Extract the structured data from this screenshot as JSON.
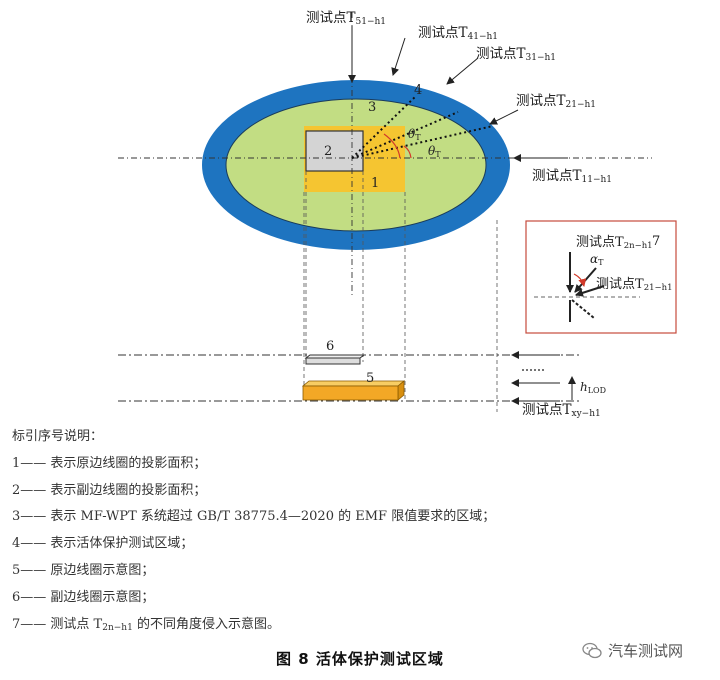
{
  "labels": {
    "pt_prefix": "测试点",
    "t51": "T",
    "t51_sub": "51−h1",
    "t41": "T",
    "t41_sub": "41−h1",
    "t31": "T",
    "t31_sub": "31−h1",
    "t21": "T",
    "t21_sub": "21−h1",
    "t11": "T",
    "t11_sub": "11−h1",
    "t2n": "T",
    "t2n_sub": "2n−h1",
    "t21b": "T",
    "t21b_sub": "21−h1",
    "txy": "T",
    "txy_sub": "xy−h1",
    "theta": "θ",
    "theta_sub": "T",
    "alpha": "α",
    "alpha_sub": "T",
    "h": "h",
    "h_sub": "LOD",
    "n1": "1",
    "n2": "2",
    "n3": "3",
    "n4": "4",
    "n5": "5",
    "n6": "6",
    "n7": "7"
  },
  "legend": {
    "title": "标引序号说明：",
    "item1": "1—— 表示原边线圈的投影面积；",
    "item2": "2—— 表示副边线圈的投影面积；",
    "item3": "3—— 表示 MF-WPT 系统超过 GB/T 38775.4—2020 的 EMF 限值要求的区域；",
    "item4": "4—— 表示活体保护测试区域；",
    "item5": "5—— 原边线圈示意图；",
    "item6": "6—— 副边线圈示意图；",
    "item7_a": "7—— 测试点 T",
    "item7_sub": "2n−h1",
    "item7_b": " 的不同角度侵入示意图。"
  },
  "caption": "图 8   活体保护测试区域",
  "watermark": "汽车测试网",
  "colors": {
    "blue_ring": "#1e74c0",
    "green_zone": "#c2dd83",
    "yellow_primary": "#f5c531",
    "gray_secondary": "#d4d4d4",
    "orange_coil": "#f3a826",
    "red_box": "#c64b3d"
  }
}
